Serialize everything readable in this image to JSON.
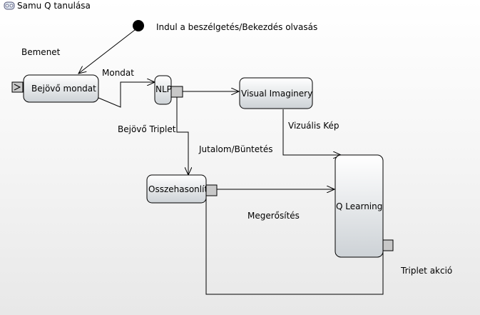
{
  "title": "Samu Q tanulása",
  "initial_node_label": "Indul a beszélgetés/Bekezdés olvasás",
  "input_label": "Bemenet",
  "nodes": {
    "incoming_sentence": "Bejövő mondat",
    "nlp": "NLP",
    "visual_imaginery": "Visual Imaginery",
    "compare": "Osszehasonlít",
    "q_learning": "Q Learning"
  },
  "edges": {
    "sentence": "Mondat",
    "incoming_triplet": "Bejövő Triplet",
    "reward_punishment": "Jutalom/Büntetés",
    "visual_image": "Vizuális Kép",
    "reinforcement": "Megerősítés",
    "triplet_action": "Triplet akció"
  }
}
